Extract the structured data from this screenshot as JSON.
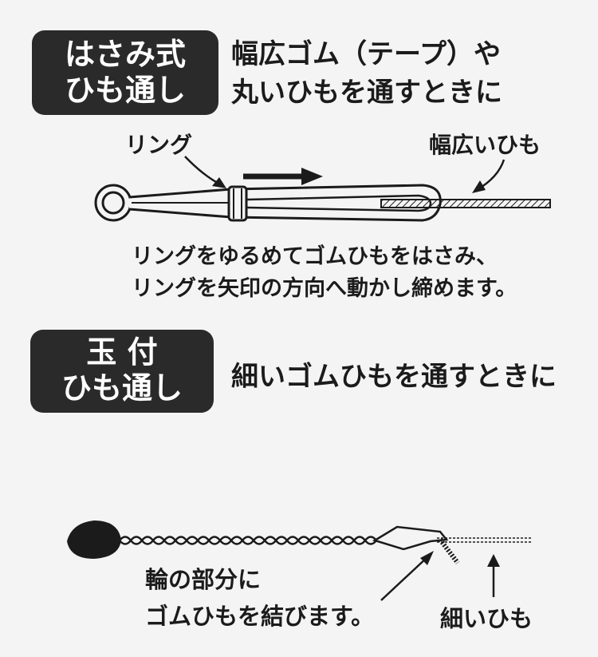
{
  "section1": {
    "badge_line1": "はさみ式",
    "badge_line2": "ひも通し",
    "heading_line1": "幅広ゴム（テープ）や",
    "heading_line2": "丸いひもを通すときに",
    "label_ring": "リング",
    "label_wide_cord": "幅広いひも",
    "instruction_line1": "リングをゆるめてゴムひもをはさみ、",
    "instruction_line2": "リングを矢印の方向へ動かし締めます。"
  },
  "section2": {
    "badge_line1": "玉 付",
    "badge_line2": "ひも通し",
    "heading": "細いゴムひもを通すときに",
    "note_line1": "輪の部分に",
    "note_line2": "ゴムひもを結びます。",
    "label_thin_cord": "細いひも"
  }
}
